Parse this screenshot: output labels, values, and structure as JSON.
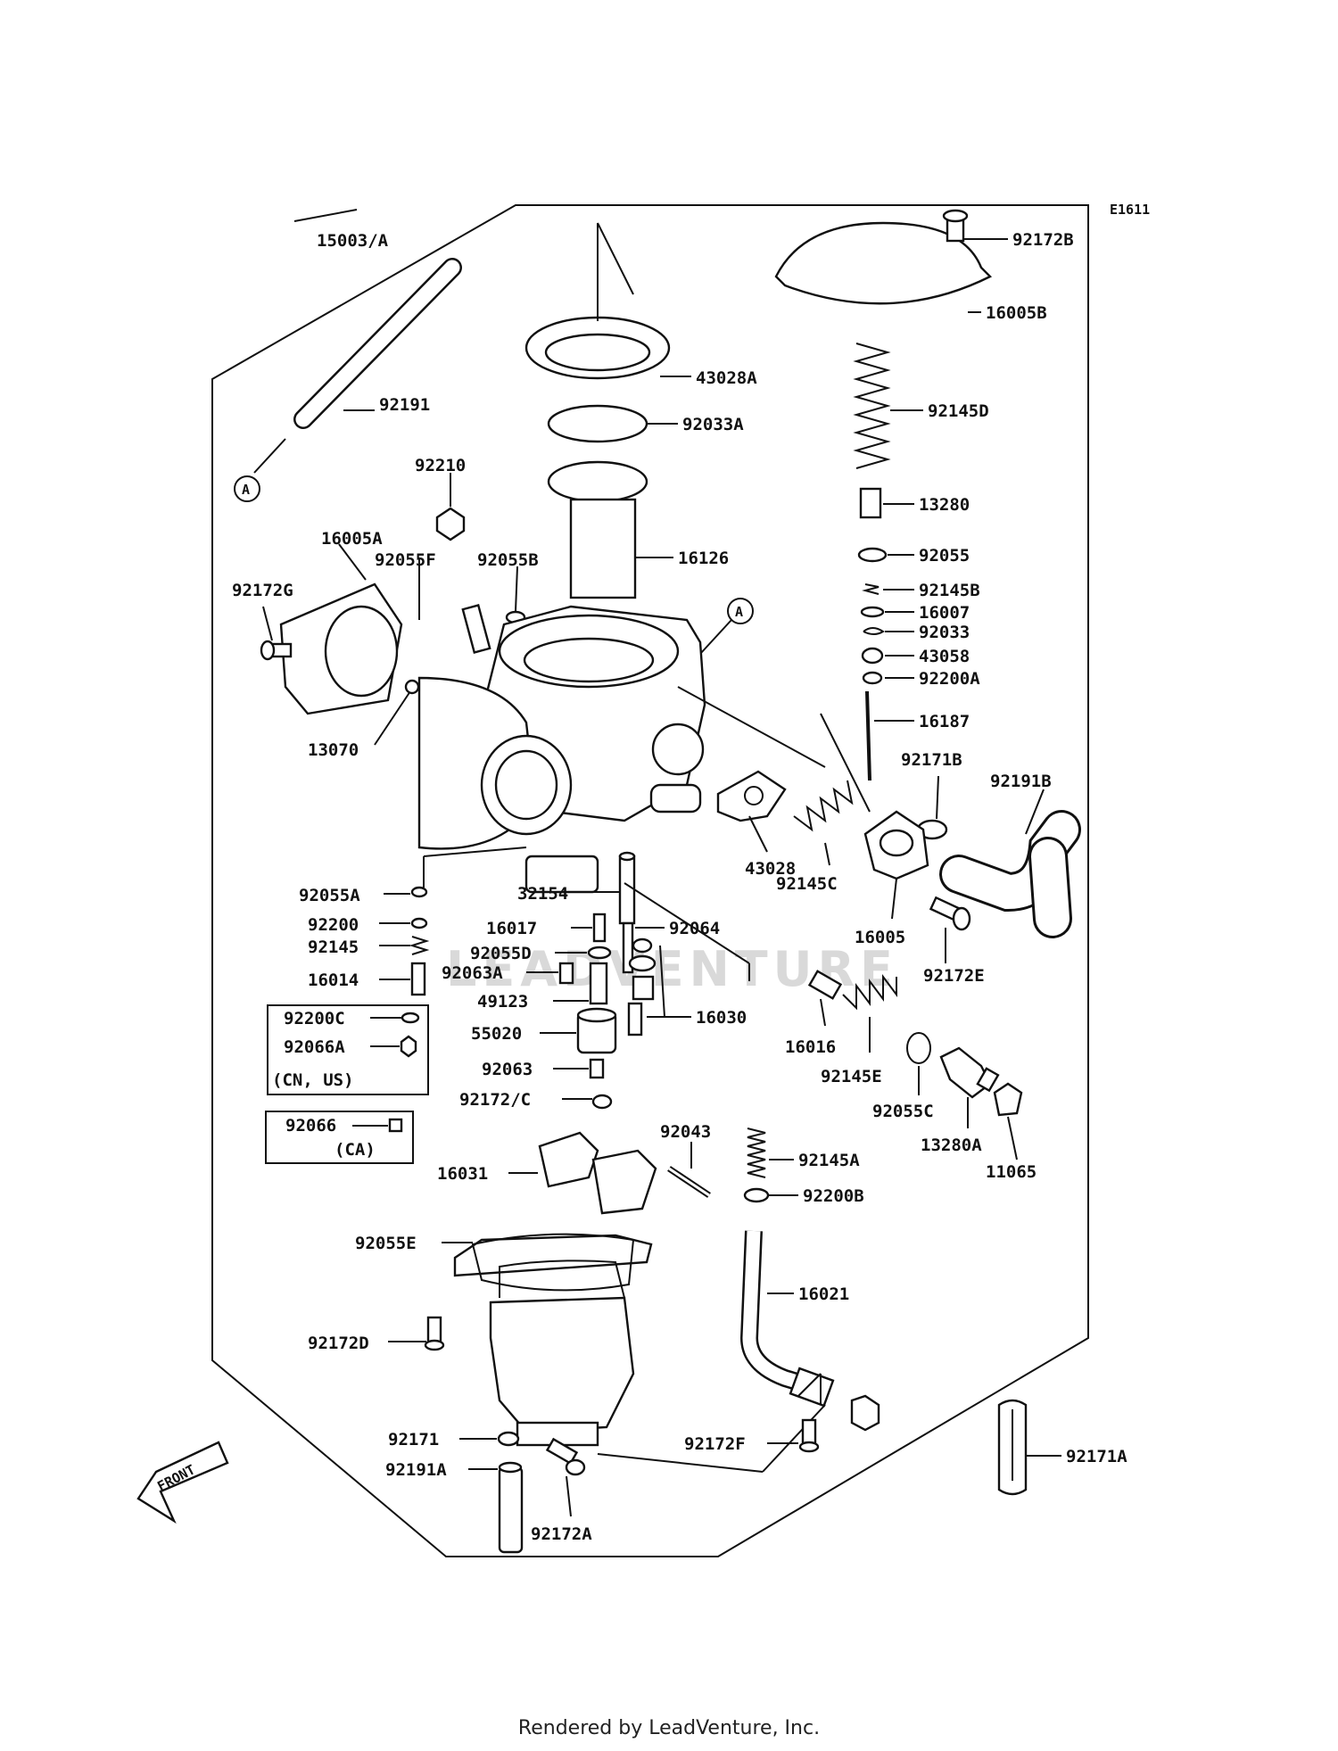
{
  "diagram": {
    "code": "E1611",
    "watermark": "LEADVENTURE",
    "ref_mark": "A",
    "front_arrow": "FRONT",
    "labels": {
      "p15003": "15003/A",
      "p92191": "92191",
      "p92172B": "92172B",
      "p16005B": "16005B",
      "p43028A": "43028A",
      "p92033A": "92033A",
      "p92145D": "92145D",
      "p92210": "92210",
      "p13280": "13280",
      "p16126": "16126",
      "p16005A": "16005A",
      "p92055F": "92055F",
      "p92055B": "92055B",
      "p92055": "92055",
      "p92145B": "92145B",
      "p16007": "16007",
      "p92033": "92033",
      "p43058": "43058",
      "p92200A": "92200A",
      "p92172G": "92172G",
      "p16187": "16187",
      "p13070": "13070",
      "p92171B": "92171B",
      "p92191B": "92191B",
      "p43028": "43028",
      "p92145C": "92145C",
      "p32154": "32154",
      "p92055A": "92055A",
      "p16017": "16017",
      "p92064": "92064",
      "p92200": "92200",
      "p16005": "16005",
      "p92145": "92145",
      "p92055D": "92055D",
      "p92063A": "92063A",
      "p92172E": "92172E",
      "p16014": "16014",
      "p49123": "49123",
      "p16030": "16030",
      "p92200C": "92200C",
      "p55020": "55020",
      "p16016": "16016",
      "p92066A": "92066A",
      "p92145E": "92145E",
      "variant_cn_us": "(CN, US)",
      "p92063": "92063",
      "p92055C": "92055C",
      "p92172C": "92172/C",
      "p13280A": "13280A",
      "p92066": "92066",
      "p92043": "92043",
      "variant_ca": "(CA)",
      "p92145A": "92145A",
      "p16031": "16031",
      "p11065": "11065",
      "p92200B": "92200B",
      "p92055E": "92055E",
      "p16021": "16021",
      "p92172D": "92172D",
      "p92171": "92171",
      "p92172F": "92172F",
      "p92171A": "92171A",
      "p92191A": "92191A",
      "p92172A": "92172A"
    }
  },
  "footer": "Rendered by LeadVenture, Inc."
}
